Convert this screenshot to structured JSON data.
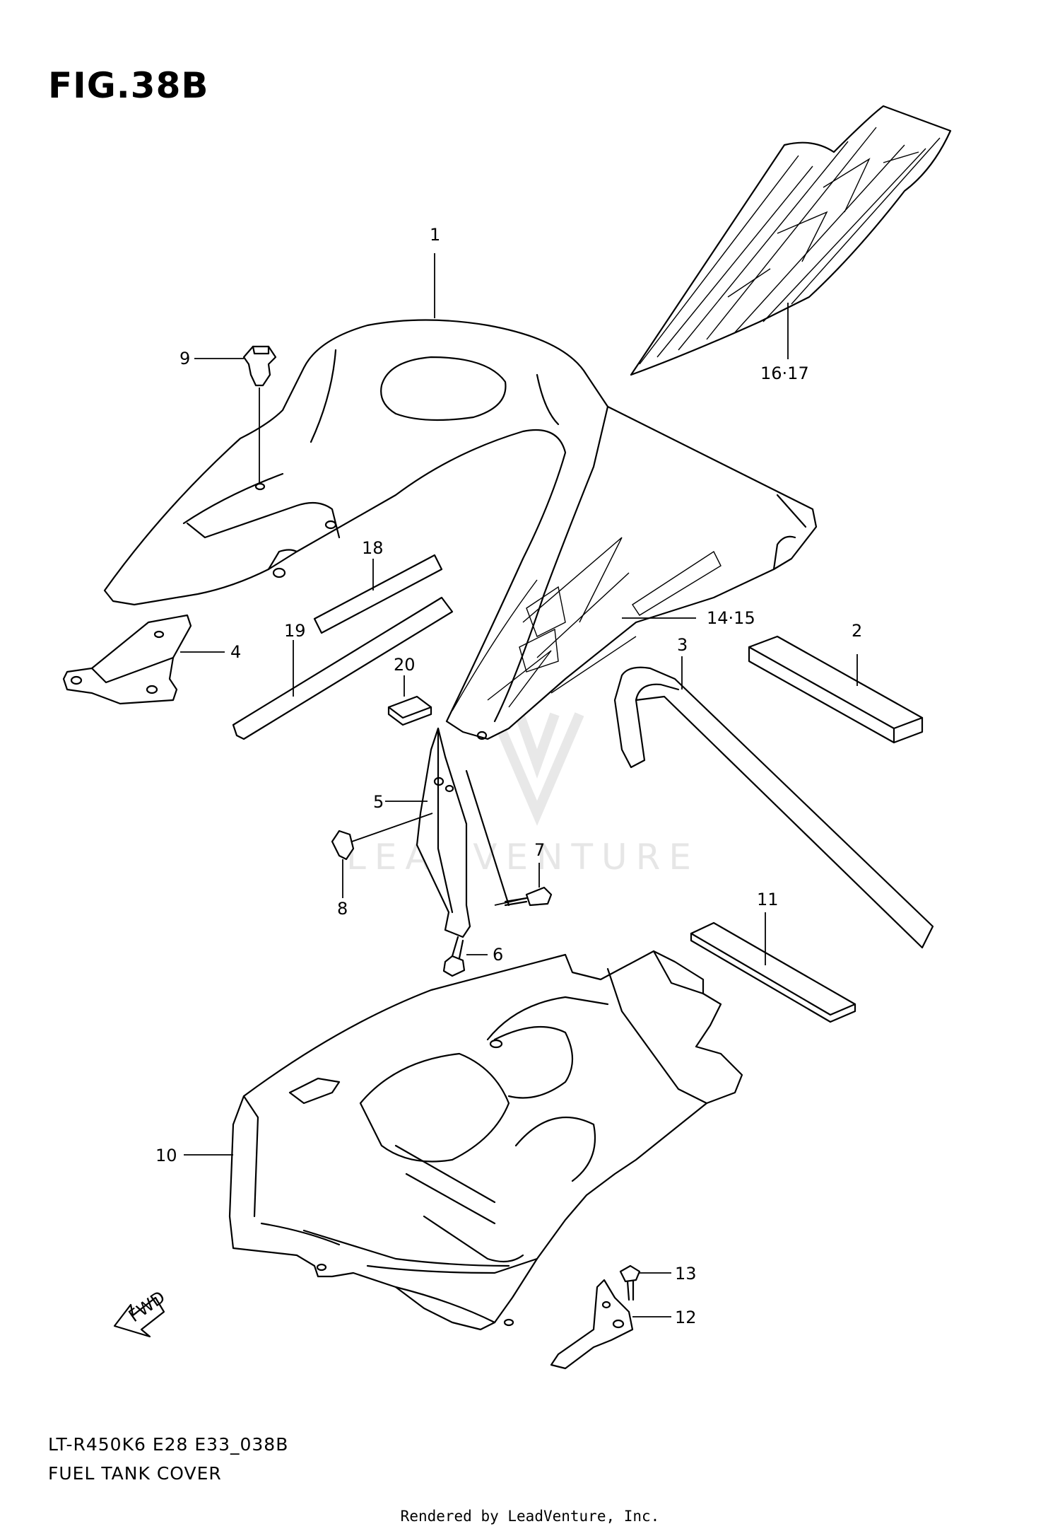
{
  "figure": {
    "title": "FIG.38B",
    "code": "LT-R450K6 E28 E33_038B",
    "name": "FUEL TANK COVER",
    "credit": "Rendered by LeadVenture, Inc.",
    "watermark": "LEADVENTURE",
    "fwd_label": "FWD"
  },
  "callouts": {
    "c1": "1",
    "c2": "2",
    "c3": "3",
    "c4": "4",
    "c5": "5",
    "c6": "6",
    "c7": "7",
    "c8": "8",
    "c9": "9",
    "c10": "10",
    "c11": "11",
    "c12": "12",
    "c13": "13",
    "c14_15": "14·15",
    "c16_17": "16·17",
    "c18": "18",
    "c19": "19",
    "c20": "20"
  }
}
